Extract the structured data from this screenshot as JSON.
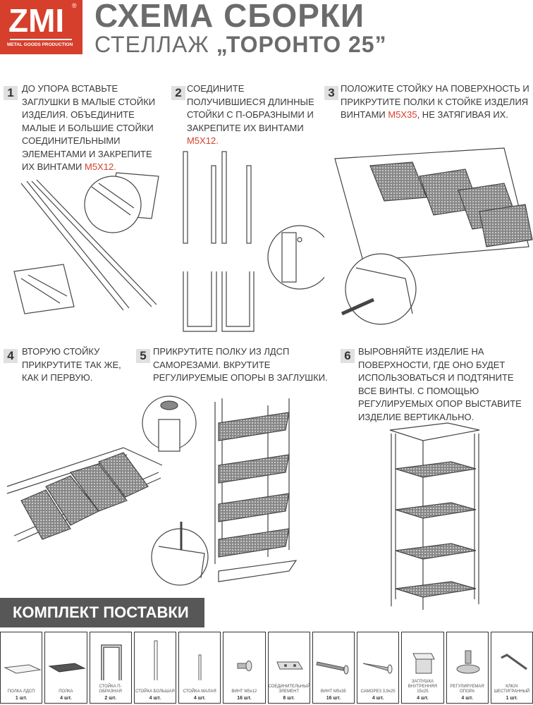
{
  "logo": {
    "brand": "ZMI",
    "registered": "®",
    "tagline": "METAL GOODS PRODUCTION",
    "color": "#d63f2c"
  },
  "header": {
    "title": "СХЕМА СБОРКИ",
    "subtitle_prefix": "СТЕЛЛАЖ ",
    "subtitle_name": "„ТОРОНТО 25”"
  },
  "steps": [
    {
      "num": "1",
      "text": "ДО УПОРА ВСТАВЬТЕ ЗАГЛУШКИ  В МАЛЫЕ СТОЙКИ ИЗДЕЛИЯ. ОБЪЕДИНИТЕ МАЛЫЕ И БОЛЬШИЕ СТОЙКИ СОЕДИНИТЕЛЬНЫМИ ЭЛЕМЕНТАМИ И ЗАКРЕПИТЕ ИХ ВИНТАМИ ",
      "highlight": "M5x12."
    },
    {
      "num": "2",
      "text": "СОЕДИНИТЕ ПОЛУЧИВШИЕСЯ ДЛИННЫЕ СТОЙКИ С П-ОБРАЗНЫМИ И ЗАКРЕПИТЕ ИХ ВИНТАМИ ",
      "highlight": "M5X12."
    },
    {
      "num": "3",
      "text": "ПОЛОЖИТЕ СТОЙКУ НА ПОВЕРХНОСТЬ И ПРИКРУТИТЕ ПОЛКИ К СТОЙКЕ ИЗДЕЛИЯ ВИНТАМИ ",
      "highlight": "M5X35",
      "text_after": ", НЕ ЗАТЯГИВАЯ ИХ."
    },
    {
      "num": "4",
      "text": "ВТОРУЮ СТОЙКУ ПРИКРУТИТЕ ТАК ЖЕ, КАК И ПЕРВУЮ."
    },
    {
      "num": "5",
      "text": "ПРИКРУТИТЕ ПОЛКУ ИЗ ЛДСП САМОРЕЗАМИ. ВКРУТИТЕ РЕГУЛИРУЕМЫЕ ОПОРЫ В ЗАГЛУШКИ."
    },
    {
      "num": "6",
      "text": "ВЫРОВНЯЙТЕ ИЗДЕЛИЕ НА ПОВЕРХНОСТИ, ГДЕ ОНО БУДЕТ ИСПОЛЬЗОВАТЬСЯ И ПОДТЯНИТЕ ВСЕ ВИНТЫ. С ПОМОЩЬЮ РЕГУЛИРУЕМЫХ ОПОР ВЫСТАВИТЕ ИЗДЕЛИЕ ВЕРТИКАЛЬНО."
    }
  ],
  "kit": {
    "title": "КОМПЛЕКТ ПОСТАВКИ",
    "items": [
      {
        "name": "ПОЛКА ЛДСП",
        "qty": "1 шт.",
        "icon": "board"
      },
      {
        "name": "ПОЛКА",
        "qty": "4 шт.",
        "icon": "mesh-shelf"
      },
      {
        "name": "СТОЙКА П-ОБРАЗНАЯ",
        "qty": "2 шт.",
        "icon": "u-frame"
      },
      {
        "name": "СТОЙКА БОЛЬШАЯ",
        "qty": "4 шт.",
        "icon": "long-post"
      },
      {
        "name": "СТОЙКА МАЛАЯ",
        "qty": "4 шт.",
        "icon": "short-post"
      },
      {
        "name": "ВИНТ M5x12",
        "qty": "16 шт.",
        "icon": "short-screw"
      },
      {
        "name": "СОЕДИНИТЕЛЬНЫЙ ЭЛЕМЕНТ",
        "qty": "8 шт.",
        "icon": "connector"
      },
      {
        "name": "ВИНТ M5x35",
        "qty": "16 шт.",
        "icon": "long-screw"
      },
      {
        "name": "САМОРЕЗ 3,9x25",
        "qty": "4 шт.",
        "icon": "wood-screw"
      },
      {
        "name": "ЗАГЛУШКА ВНУТРЕННЯЯ 15x25",
        "qty": "4 шт.",
        "icon": "plug"
      },
      {
        "name": "РЕГУЛИРУЕМАЯ ОПОРА",
        "qty": "4 шт.",
        "icon": "foot"
      },
      {
        "name": "КЛЮЧ ШЕСТИГРАННЫЙ",
        "qty": "1 шт.",
        "icon": "hex-key"
      }
    ]
  }
}
